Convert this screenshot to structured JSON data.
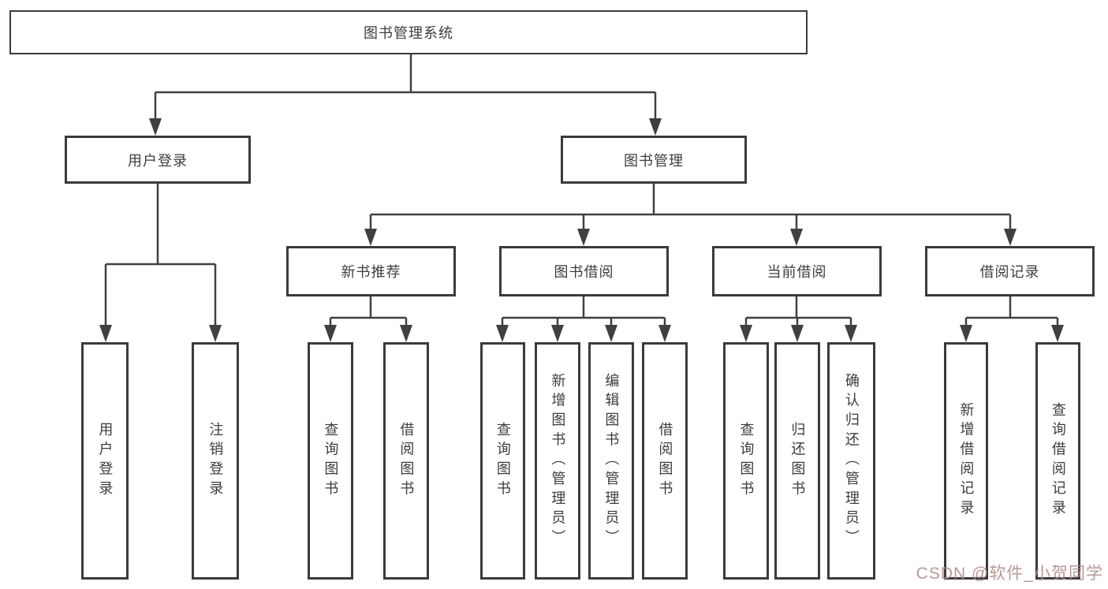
{
  "tree": {
    "root": {
      "label": "图书管理系统",
      "children": [
        {
          "label": "用户登录",
          "children": [
            {
              "label": "用户登录"
            },
            {
              "label": "注销登录"
            }
          ]
        },
        {
          "label": "图书管理",
          "children": [
            {
              "label": "新书推荐",
              "children": [
                {
                  "label": "查询图书"
                },
                {
                  "label": "借阅图书"
                }
              ]
            },
            {
              "label": "图书借阅",
              "children": [
                {
                  "label": "查询图书"
                },
                {
                  "label": "新增图书（管理员）"
                },
                {
                  "label": "编辑图书（管理员）"
                },
                {
                  "label": "借阅图书"
                }
              ]
            },
            {
              "label": "当前借阅",
              "children": [
                {
                  "label": "查询图书"
                },
                {
                  "label": "归还图书"
                },
                {
                  "label": "确认归还（管理员）"
                }
              ]
            },
            {
              "label": "借阅记录",
              "children": [
                {
                  "label": "新增借阅记录"
                },
                {
                  "label": "查询借阅记录"
                }
              ]
            }
          ]
        }
      ]
    }
  },
  "watermark": {
    "text": "CSDN @软件_小贺同学",
    "color": "#b38c8c"
  },
  "colors": {
    "line": "#404040",
    "border": "#3b3b3b",
    "text": "#3d3d3d",
    "background": "#ffffff"
  }
}
